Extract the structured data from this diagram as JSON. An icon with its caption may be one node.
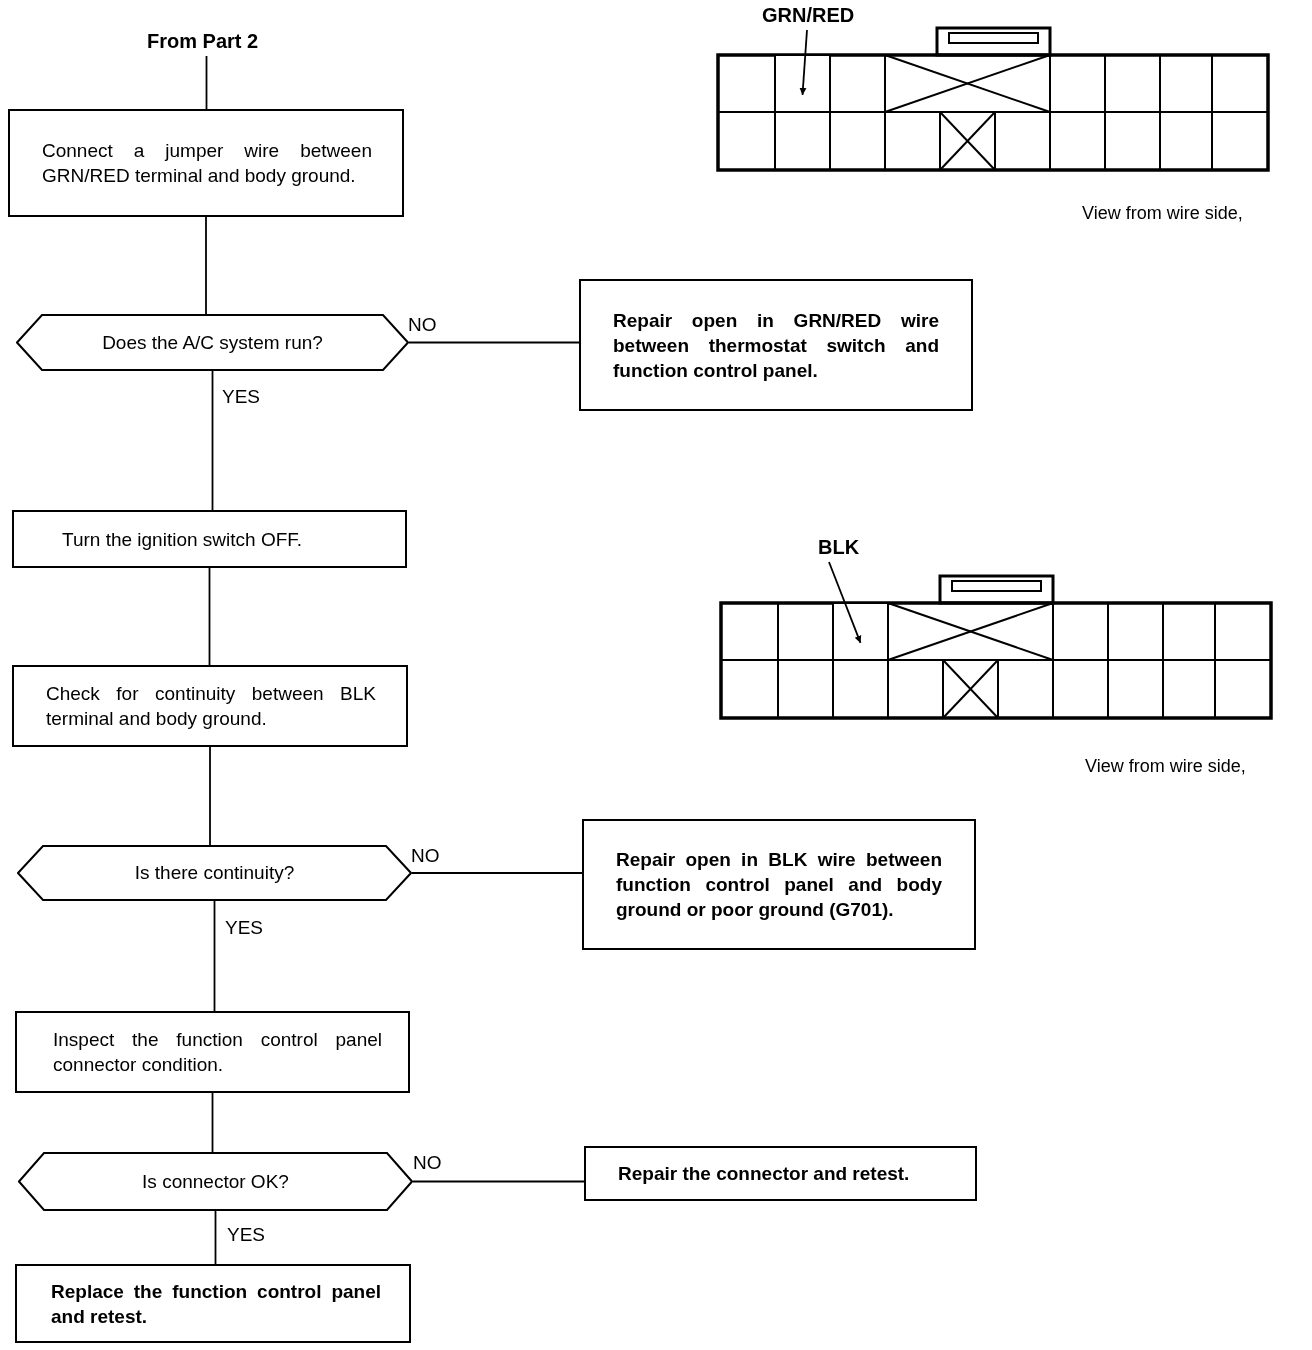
{
  "diagram": {
    "nodes": [
      {
        "text": [
          "From Part 2"
        ]
      },
      {
        "text": [
          "Connect a jumper wire between GRN/RED terminal and body ground."
        ]
      },
      {
        "text": [
          "Does the A/C system run?"
        ]
      },
      {
        "text": [
          "Repair open in GRN/RED wire between thermostat switch and function control panel."
        ]
      },
      {
        "text": [
          "Turn the ignition switch OFF."
        ]
      },
      {
        "text": [
          "Check for continuity between BLK terminal and body ground."
        ]
      },
      {
        "text": [
          "Is there continuity?"
        ]
      },
      {
        "text": [
          "Repair open in BLK wire between function control panel and body ground or poor ground (G701)."
        ]
      },
      {
        "text": [
          "Inspect the function control panel connector condition."
        ]
      },
      {
        "text": [
          "Is connector OK?"
        ]
      },
      {
        "text": [
          "Repair the connector and retest."
        ]
      },
      {
        "text": [
          "Replace the function control panel and retest."
        ]
      },
      {
        "text": [
          "GRN/RED"
        ]
      },
      {
        "text": [],
        "shape": "box"
      },
      {
        "text": [
          "BLK"
        ]
      },
      {
        "text": [],
        "shape": "box"
      }
    ],
    "edges": [
      {
        "from": 0,
        "to": 1,
        "arrow": "none"
      },
      {
        "from": 1,
        "to": 2,
        "arrow": "none"
      },
      {
        "from": 2,
        "to": 3,
        "label": "NO",
        "arrow": "none"
      },
      {
        "from": 2,
        "to": 4,
        "label": "YES",
        "arrow": "none"
      },
      {
        "from": 4,
        "to": 5,
        "arrow": "none"
      },
      {
        "from": 5,
        "to": 6,
        "arrow": "none"
      },
      {
        "from": 6,
        "to": 7,
        "label": "NO",
        "arrow": "none"
      },
      {
        "from": 6,
        "to": 8,
        "label": "YES",
        "arrow": "none"
      },
      {
        "from": 8,
        "to": 9,
        "arrow": "none"
      },
      {
        "from": 9,
        "to": 10,
        "label": "NO",
        "arrow": "none"
      },
      {
        "from": 9,
        "to": 11,
        "label": "YES",
        "arrow": "none"
      },
      {
        "from": 12,
        "to": 13,
        "arrow": "to"
      },
      {
        "from": 14,
        "to": 15,
        "arrow": "to"
      }
    ],
    "labels": [
      "View from wire side,",
      "View from wire side,"
    ]
  }
}
